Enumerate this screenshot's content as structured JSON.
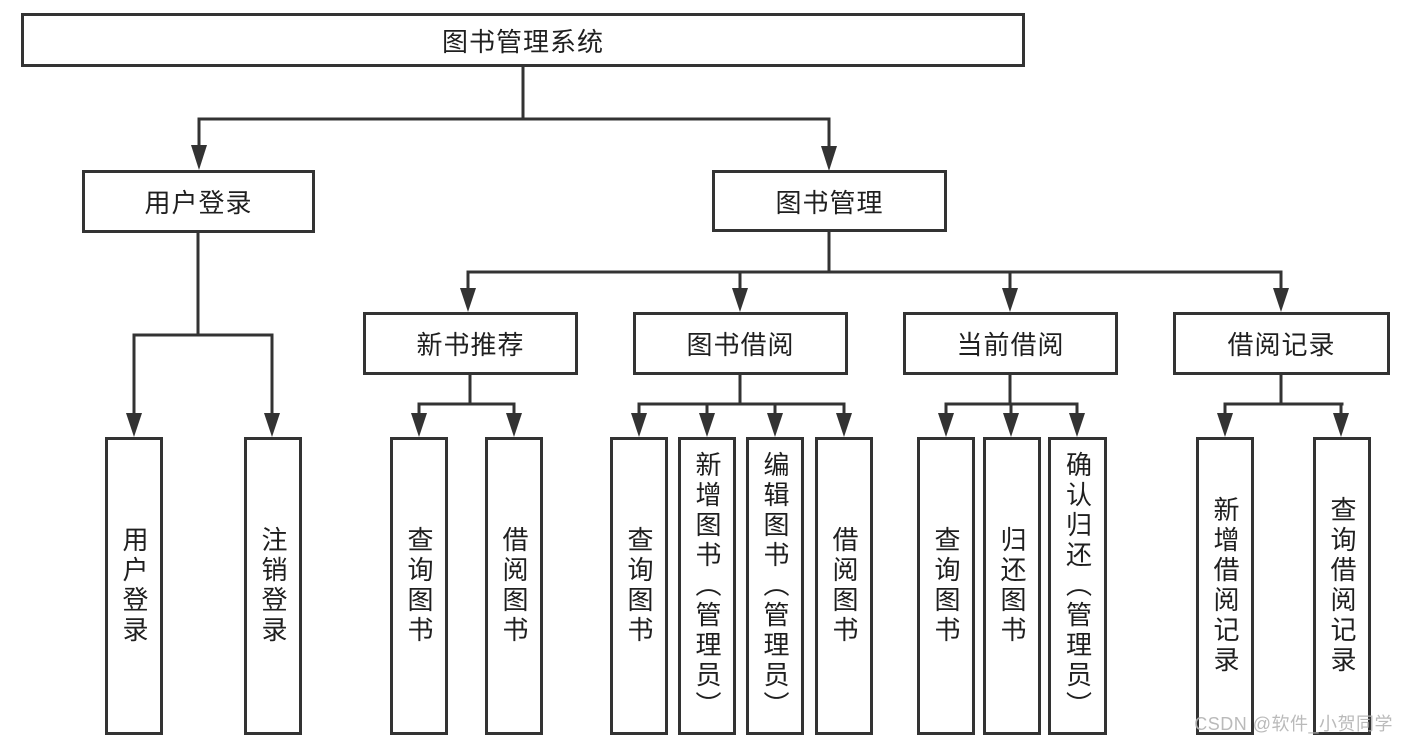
{
  "tree": {
    "root": {
      "label": "图书管理系统"
    },
    "branches": [
      {
        "label": "用户登录",
        "children": [
          {
            "label": "用户登录"
          },
          {
            "label": "注销登录"
          }
        ]
      },
      {
        "label": "图书管理",
        "groups": [
          {
            "label": "新书推荐",
            "children": [
              {
                "label": "查询图书"
              },
              {
                "label": "借阅图书"
              }
            ]
          },
          {
            "label": "图书借阅",
            "children": [
              {
                "label": "查询图书"
              },
              {
                "label": "新增图书（管理员）"
              },
              {
                "label": "编辑图书（管理员）"
              },
              {
                "label": "借阅图书"
              }
            ]
          },
          {
            "label": "当前借阅",
            "children": [
              {
                "label": "查询图书"
              },
              {
                "label": "归还图书"
              },
              {
                "label": "确认归还（管理员）"
              }
            ]
          },
          {
            "label": "借阅记录",
            "children": [
              {
                "label": "新增借阅记录"
              },
              {
                "label": "查询借阅记录"
              }
            ]
          }
        ]
      }
    ]
  },
  "watermark": {
    "text": "CSDN @软件_小贺同学"
  },
  "colors": {
    "line": "#333333",
    "text": "#1f1f1f",
    "background": "#ffffff",
    "watermark": "#b5b5b5"
  }
}
